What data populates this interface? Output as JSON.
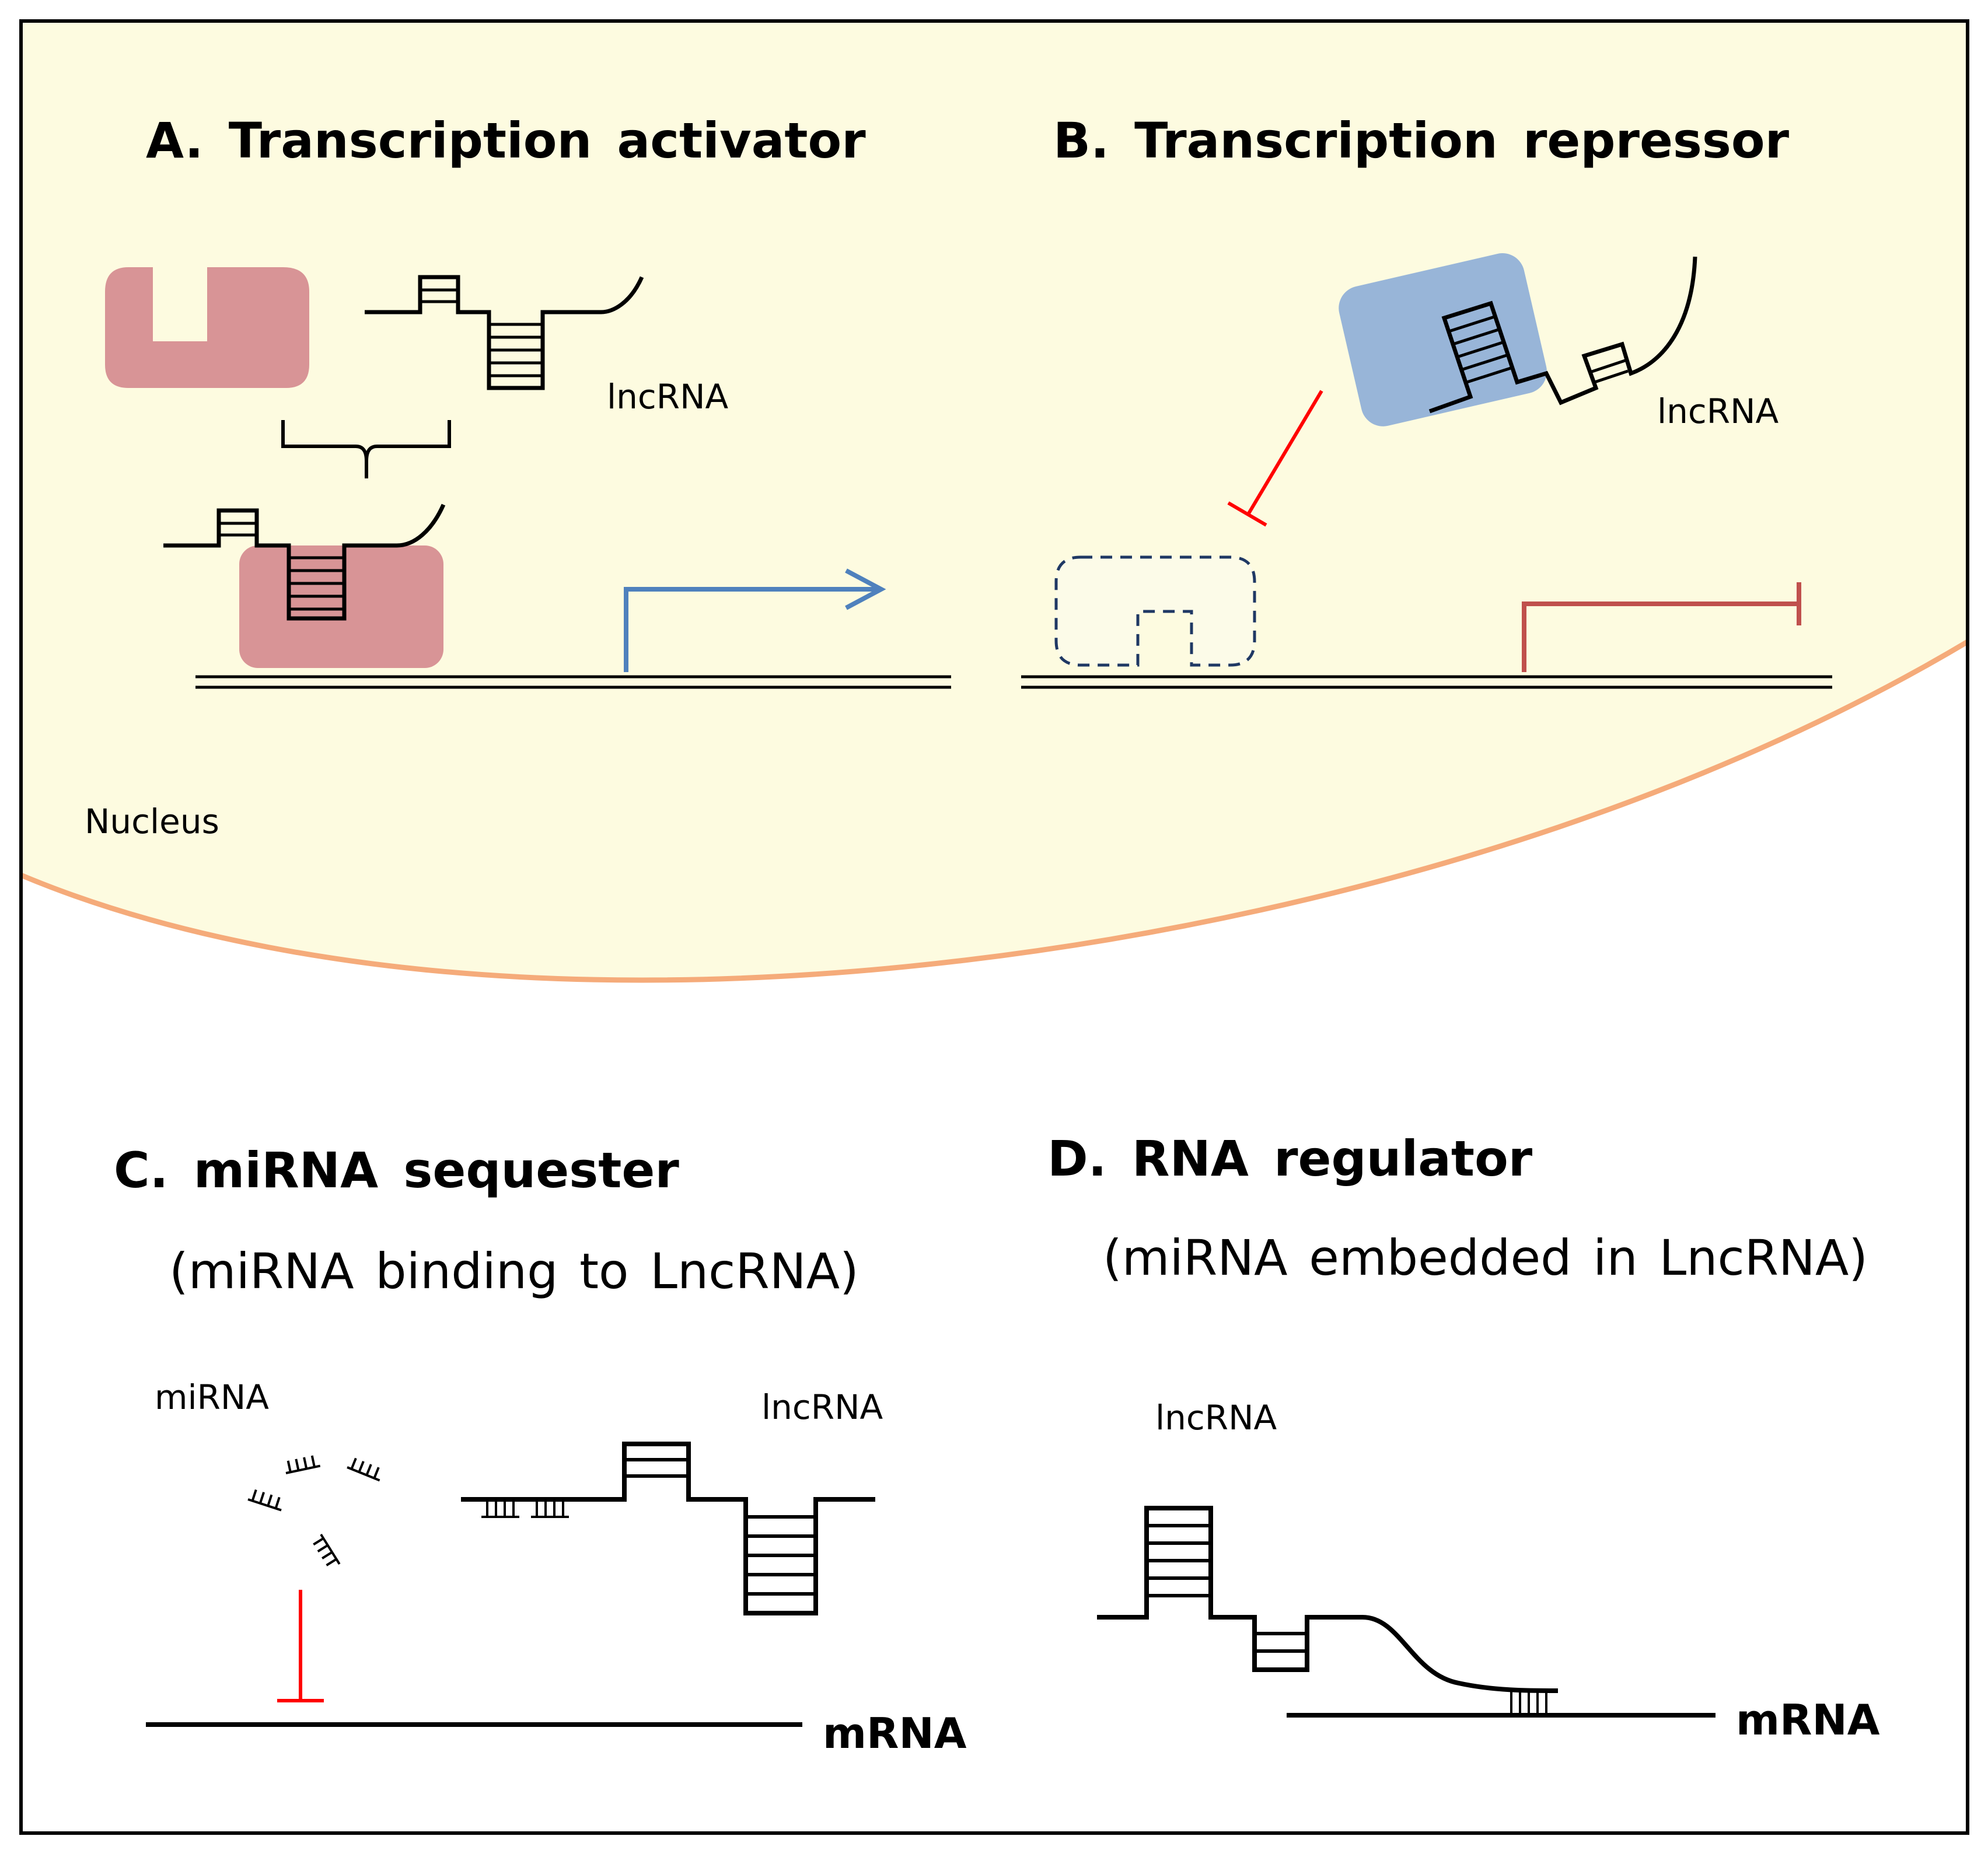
{
  "panels": {
    "a": {
      "title": "A. Transcription activator",
      "lncrna_label": "lncRNA"
    },
    "b": {
      "title": "B. Transcription repressor",
      "lncrna_label": "lncRNA"
    },
    "c": {
      "title": "C. miRNA sequester",
      "subtitle": "(miRNA binding to LncRNA)",
      "mirna_label": "miRNA",
      "lncrna_label": "lncRNA",
      "mrna_label": "mRNA"
    },
    "d": {
      "title": "D. RNA regulator",
      "subtitle": "(miRNA embedded in LncRNA)",
      "lncrna_label": "lncRNA",
      "mrna_label": "mRNA"
    }
  },
  "nucleus": {
    "label": "Nucleus"
  },
  "colors": {
    "nucleus_fill": "#fdfbe0",
    "nucleus_border": "#f5ab7a",
    "activator_protein": "#d89496",
    "repressor_protein": "#98b5d8",
    "activation_arrow": "#4f81bd",
    "repression_arrow": "#c0504d",
    "inhibition_line": "#ff0000"
  },
  "icons": [
    "transcription-activator-protein",
    "repressor-protein",
    "lncrna-stem-loop",
    "mirna-fragment",
    "transcription-start-arrow",
    "blocked-transcription-arrow",
    "inhibition-bar"
  ]
}
